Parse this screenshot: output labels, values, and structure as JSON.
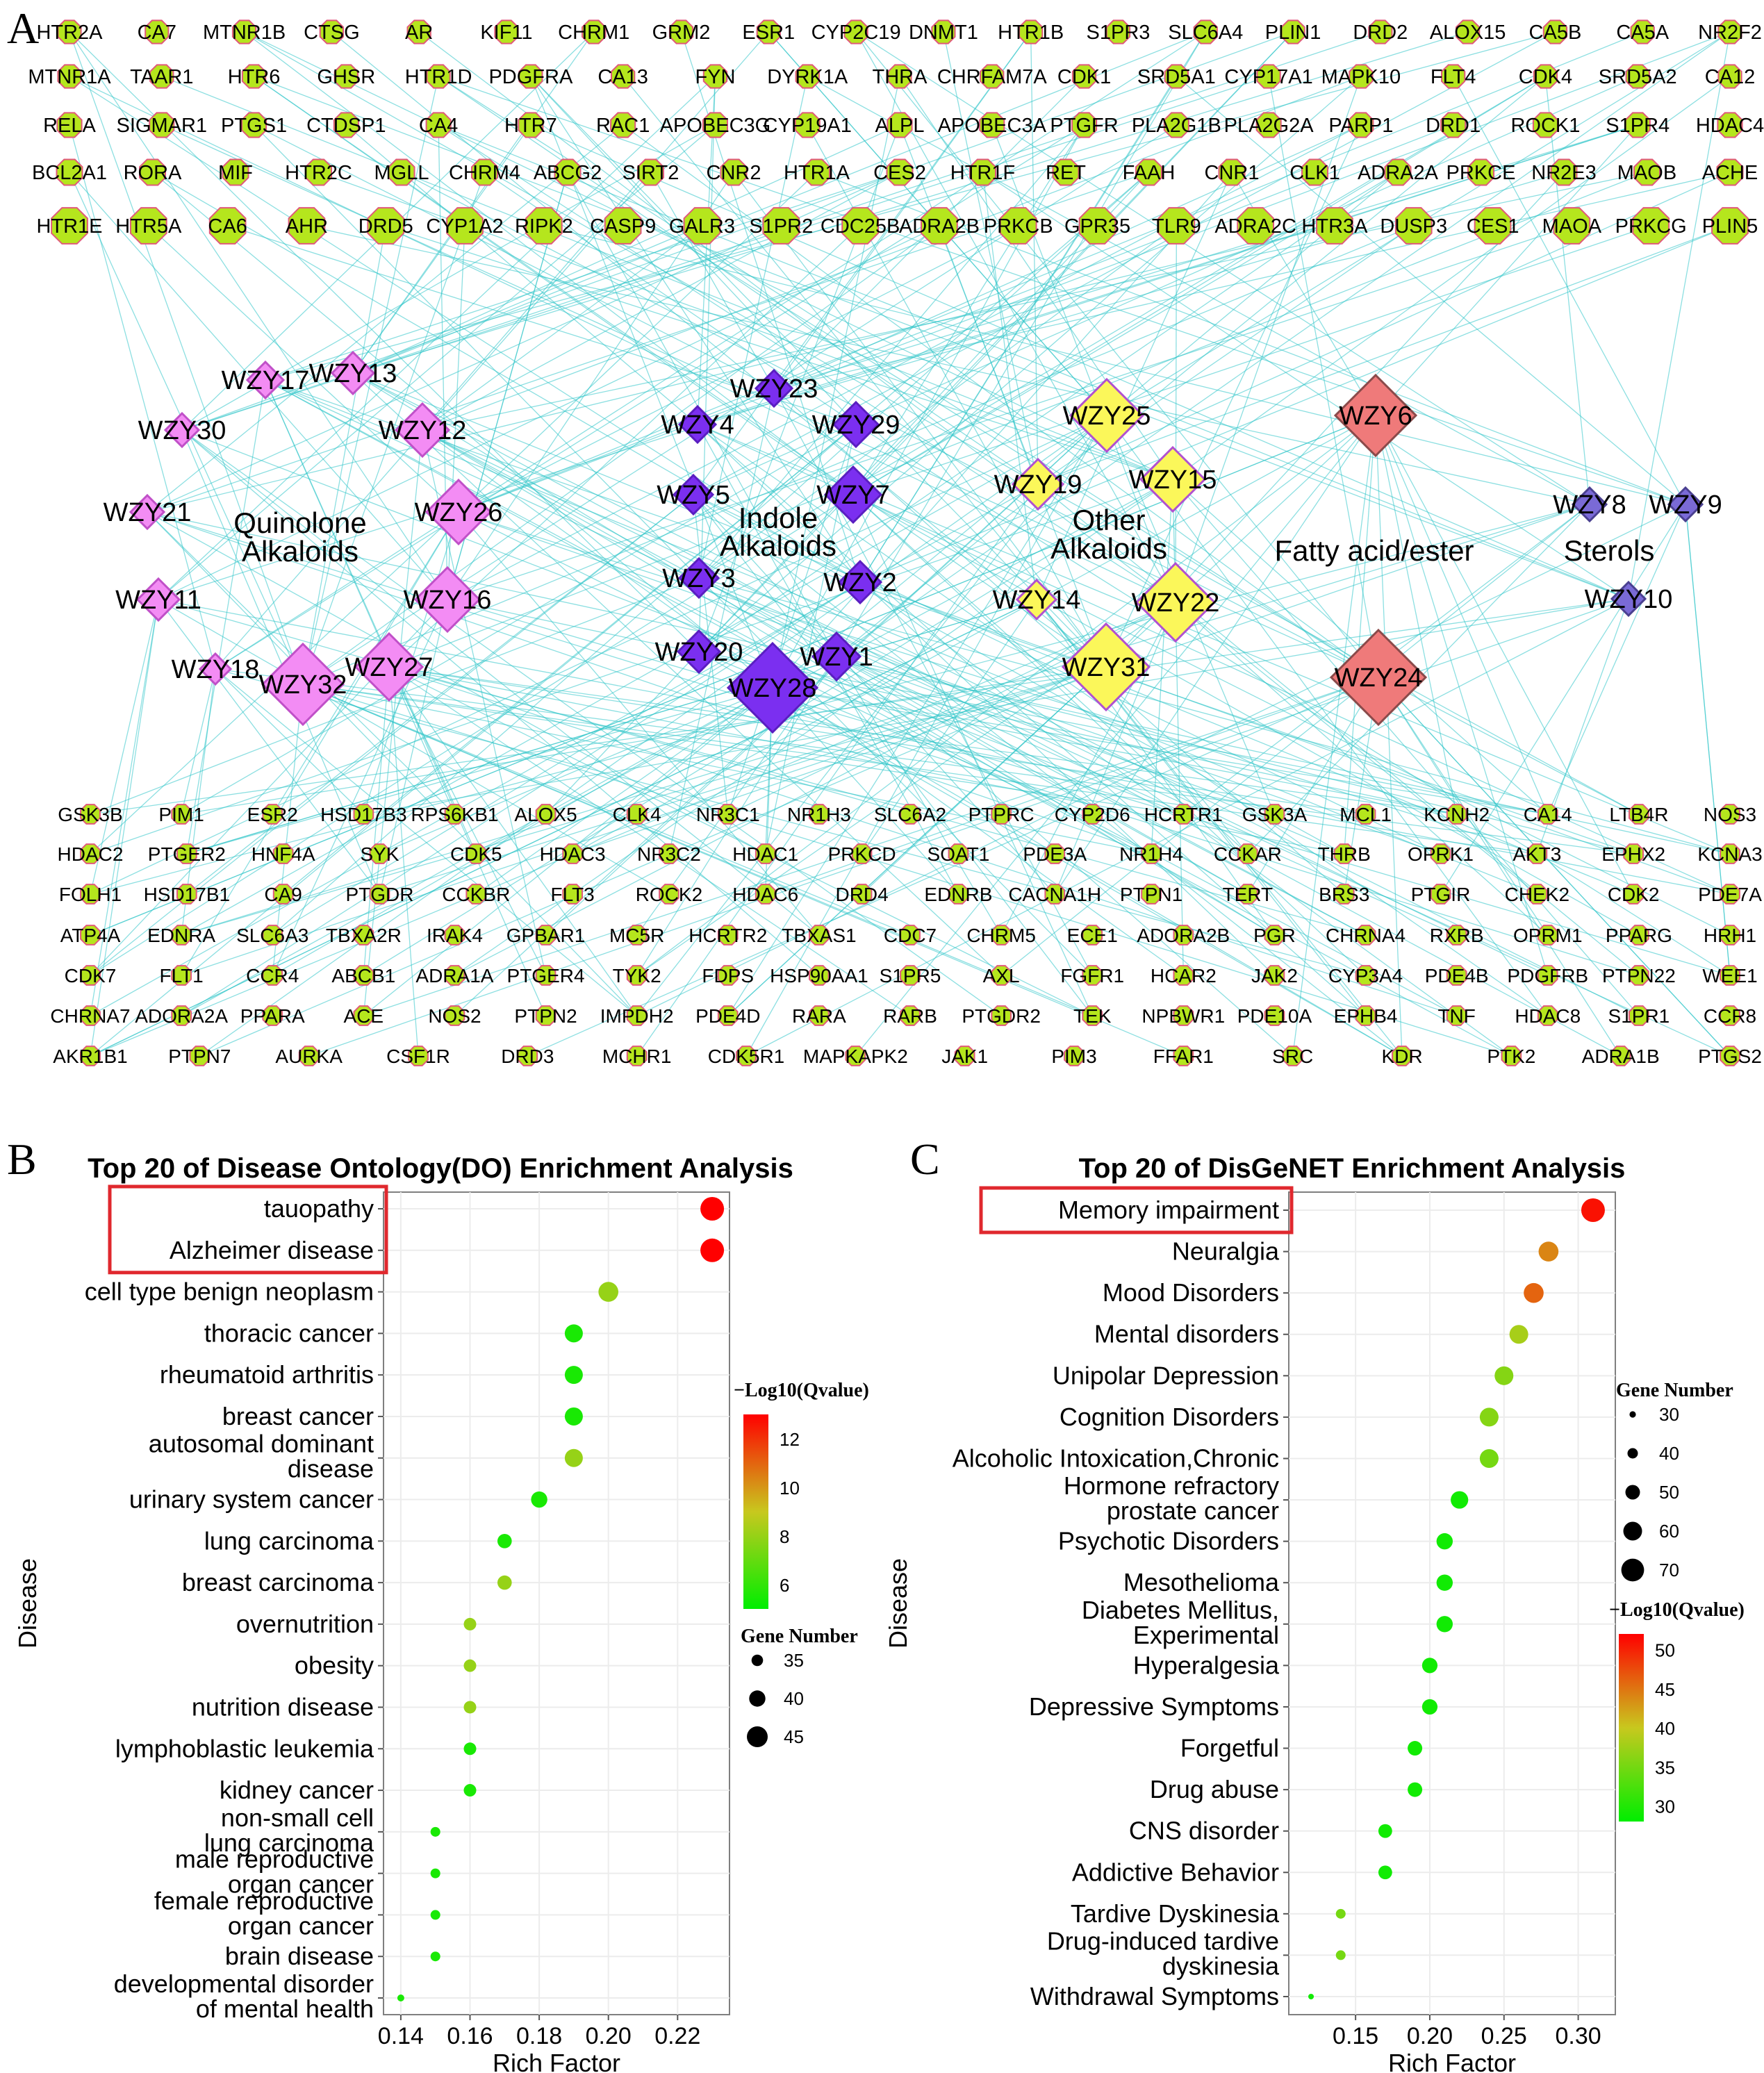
{
  "panels": {
    "a": {
      "letter": "A"
    },
    "b": {
      "letter": "B"
    },
    "c": {
      "letter": "C"
    }
  },
  "colors": {
    "target_fill": "#b5e61d",
    "target_stroke": "#e05a7a",
    "edge": "#2ec4c9",
    "quinolone": "#f38cf4",
    "indole": "#7b2ff0",
    "other": "#fbf75a",
    "other_stroke": "#b050d0",
    "fatty": "#ef7a7a",
    "sterol": "#7a6ad6",
    "frame": "#7f7f7f",
    "grid": "#ececec",
    "highlight_box": "#e0282e"
  },
  "network": {
    "targets_top": [
      [
        "HTR2A",
        "CA7",
        "MTNR1B",
        "CTSG",
        "AR",
        "KIF11",
        "CHRM1",
        "GRM2",
        "ESR1",
        "CYP2C19",
        "DNMT1",
        "HTR1B",
        "S1PR3",
        "SLC6A4",
        "PLIN1",
        "DRD2",
        "ALOX15",
        "CA5B",
        "CA5A",
        "NR2F2"
      ],
      [
        "MTNR1A",
        "TAAR1",
        "HTR6",
        "GHSR",
        "HTR1D",
        "PDGFRA",
        "CA13",
        "FYN",
        "DYRK1A",
        "THRA",
        "CHRFAM7A",
        "CDK1",
        "SRD5A1",
        "CYP17A1",
        "MAPK10",
        "FLT4",
        "CDK4",
        "SRD5A2",
        "CA12"
      ],
      [
        "RELA",
        "SIGMAR1",
        "PTGS1",
        "CTDSP1",
        "CA4",
        "HTR7",
        "RAC1",
        "APOBEC3G",
        "CYP19A1",
        "ALPL",
        "APOBEC3A",
        "PTGFR",
        "PLA2G1B",
        "PLA2G2A",
        "PARP1",
        "DRD1",
        "ROCK1",
        "S1PR4",
        "HDAC4"
      ],
      [
        "BCL2A1",
        "RORA",
        "MIF",
        "HTR2C",
        "MGLL",
        "CHRM4",
        "ABCG2",
        "SIRT2",
        "CNR2",
        "HTR1A",
        "CES2",
        "HTR1F",
        "RET",
        "FAAH",
        "CNR1",
        "CLK1",
        "ADRA2A",
        "PRKCE",
        "NR2E3",
        "MAOB",
        "ACHE"
      ],
      [
        "HTR1E",
        "HTR5A",
        "CA6",
        "AHR",
        "DRD5",
        "CYP1A2",
        "RIPK2",
        "CASP9",
        "GALR3",
        "S1PR2",
        "CDC25B",
        "ADRA2B",
        "PRKCB",
        "GPR35",
        "TLR9",
        "ADRA2C",
        "HTR3A",
        "DUSP3",
        "CES1",
        "MAOA",
        "PRKCG",
        "PLIN5"
      ]
    ],
    "targets_bottom": [
      [
        "GSK3B",
        "PIM1",
        "ESR2",
        "HSD17B3",
        "RPS6KB1",
        "ALOX5",
        "CLK4",
        "NR3C1",
        "NR1H3",
        "SLC6A2",
        "PTPRC",
        "CYP2D6",
        "HCRTR1",
        "GSK3A",
        "MCL1",
        "KCNH2",
        "CA14",
        "LTB4R",
        "NOS3"
      ],
      [
        "HDAC2",
        "PTGER2",
        "HNF4A",
        "SYK",
        "CDK5",
        "HDAC3",
        "NR3C2",
        "HDAC1",
        "PRKCD",
        "SOAT1",
        "PDE3A",
        "NR1H4",
        "CCKAR",
        "THRB",
        "OPRK1",
        "AKT3",
        "EPHX2",
        "KCNA3"
      ],
      [
        "FOLH1",
        "HSD17B1",
        "CA9",
        "PTGDR",
        "CCKBR",
        "FLT3",
        "ROCK2",
        "HDAC6",
        "DRD4",
        "EDNRB",
        "CACNA1H",
        "PTPN1",
        "TERT",
        "BRS3",
        "PTGIR",
        "CHEK2",
        "CDK2",
        "PDE7A"
      ],
      [
        "ATP4A",
        "EDNRA",
        "SLC6A3",
        "TBXA2R",
        "IRAK4",
        "GPBAR1",
        "MC5R",
        "HCRTR2",
        "TBXAS1",
        "CDC7",
        "CHRM5",
        "ECE1",
        "ADORA2B",
        "PGR",
        "CHRNA4",
        "RXRB",
        "OPRM1",
        "PPARG",
        "HRH1"
      ],
      [
        "CDK7",
        "FLT1",
        "CCR4",
        "ABCB1",
        "ADRA1A",
        "PTGER4",
        "TYK2",
        "FDPS",
        "HSP90AA1",
        "S1PR5",
        "AXL",
        "FGFR1",
        "HCAR2",
        "JAK2",
        "CYP3A4",
        "PDE4B",
        "PDGFRB",
        "PTPN22",
        "WEE1"
      ],
      [
        "CHRNA7",
        "ADORA2A",
        "PPARA",
        "ACE",
        "NOS2",
        "PTPN2",
        "IMPDH2",
        "PDE4D",
        "RARA",
        "RARB",
        "PTGDR2",
        "TEK",
        "NPBWR1",
        "PDE10A",
        "EPHB4",
        "TNF",
        "HDAC8",
        "S1PR1",
        "CCR8"
      ],
      [
        "AKR1B1",
        "PTPN7",
        "AURKA",
        "CSF1R",
        "DRD3",
        "MCHR1",
        "CDK5R1",
        "MAPKAPK2",
        "JAK1",
        "PIM3",
        "FFAR1",
        "SRC",
        "KDR",
        "PTK2",
        "ADRA1B",
        "PTGS2"
      ]
    ],
    "groups": [
      {
        "label1": "Quinolone",
        "label2": "Alkaloids",
        "kind": "quinolone",
        "compounds": [
          "WZY17",
          "WZY13",
          "WZY30",
          "WZY12",
          "WZY21",
          "WZY26",
          "WZY11",
          "WZY16",
          "WZY18",
          "WZY32",
          "WZY27"
        ]
      },
      {
        "label1": "Indole",
        "label2": "Alkaloids",
        "kind": "indole",
        "compounds": [
          "WZY23",
          "WZY4",
          "WZY29",
          "WZY5",
          "WZY7",
          "WZY3",
          "WZY2",
          "WZY20",
          "WZY1",
          "WZY28"
        ]
      },
      {
        "label1": "Other",
        "label2": "Alkaloids",
        "kind": "other",
        "compounds": [
          "WZY25",
          "WZY19",
          "WZY15",
          "WZY14",
          "WZY22",
          "WZY31"
        ]
      },
      {
        "label1": "Fatty acid/ester",
        "label2": "",
        "kind": "fatty",
        "compounds": [
          "WZY6",
          "WZY24"
        ]
      },
      {
        "label1": "Sterols",
        "label2": "",
        "kind": "sterol",
        "compounds": [
          "WZY8",
          "WZY9",
          "WZY10"
        ]
      }
    ]
  },
  "chart_data": [
    {
      "panel": "B",
      "type": "scatter",
      "title": "Top 20 of Disease Ontology(DO) Enrichment Analysis",
      "xlabel": "Rich Factor",
      "ylabel": "Disease",
      "xlim": [
        0.135,
        0.235
      ],
      "xticks": [
        "0.14",
        "0.16",
        "0.18",
        "0.20",
        "0.22"
      ],
      "xtick_values": [
        0.14,
        0.16,
        0.18,
        0.2,
        0.22
      ],
      "grid": true,
      "highlighted": [
        "tauopathy",
        "Alzheimer disease"
      ],
      "categories": [
        [
          "tauopathy"
        ],
        [
          "Alzheimer disease"
        ],
        [
          "cell type benign neoplasm"
        ],
        [
          "thoracic cancer"
        ],
        [
          "rheumatoid arthritis"
        ],
        [
          "breast cancer"
        ],
        [
          "autosomal dominant",
          "disease"
        ],
        [
          "urinary system cancer"
        ],
        [
          "lung carcinoma"
        ],
        [
          "breast carcinoma"
        ],
        [
          "overnutrition"
        ],
        [
          "obesity"
        ],
        [
          "nutrition disease"
        ],
        [
          "lymphoblastic leukemia"
        ],
        [
          "kidney cancer"
        ],
        [
          "non-small cell",
          "lung carcinoma"
        ],
        [
          "male reproductive",
          "organ cancer"
        ],
        [
          "female reproductive",
          "organ cancer"
        ],
        [
          "brain disease"
        ],
        [
          "developmental disorder",
          "of mental health"
        ]
      ],
      "x": [
        0.23,
        0.23,
        0.2,
        0.19,
        0.19,
        0.19,
        0.19,
        0.18,
        0.17,
        0.17,
        0.16,
        0.16,
        0.16,
        0.16,
        0.16,
        0.15,
        0.15,
        0.15,
        0.15,
        0.14
      ],
      "qvalue": [
        13.0,
        13.0,
        8.0,
        5.5,
        5.5,
        5.5,
        8.0,
        5.5,
        5.5,
        8.0,
        8.0,
        8.0,
        8.0,
        5.5,
        5.5,
        5.5,
        5.5,
        5.5,
        5.5,
        5.5
      ],
      "gene_number": [
        48,
        48,
        44,
        42,
        42,
        42,
        42,
        40,
        38,
        38,
        36,
        36,
        36,
        36,
        36,
        33,
        33,
        33,
        33,
        30
      ],
      "size_legend": {
        "title": "Gene Number",
        "values": [
          35,
          40,
          45
        ]
      },
      "color_legend": {
        "title": "−Log10(Qvalue)",
        "ticks": [
          12,
          10,
          8,
          6
        ],
        "range": [
          5,
          13
        ],
        "low_color": "#00ee00",
        "mid_color": "#c8c81e",
        "high_color": "#ff0000"
      }
    },
    {
      "panel": "C",
      "type": "scatter",
      "title": "Top 20 of DisGeNET Enrichment Analysis",
      "xlabel": "Rich Factor",
      "ylabel": "Disease",
      "xlim": [
        0.105,
        0.325
      ],
      "xticks": [
        "0.15",
        "0.20",
        "0.25",
        "0.30"
      ],
      "xtick_values": [
        0.15,
        0.2,
        0.25,
        0.3
      ],
      "grid": true,
      "highlighted": [
        "Memory impairment"
      ],
      "categories": [
        [
          "Memory impairment"
        ],
        [
          "Neuralgia"
        ],
        [
          "Mood Disorders"
        ],
        [
          "Mental disorders"
        ],
        [
          "Unipolar Depression"
        ],
        [
          "Cognition Disorders"
        ],
        [
          "Alcoholic Intoxication,Chronic"
        ],
        [
          "Hormone refractory",
          "prostate cancer"
        ],
        [
          "Psychotic Disorders"
        ],
        [
          "Mesothelioma"
        ],
        [
          "Diabetes Mellitus,",
          "Experimental"
        ],
        [
          "Hyperalgesia"
        ],
        [
          "Depressive Symptoms"
        ],
        [
          "Forgetful"
        ],
        [
          "Drug abuse"
        ],
        [
          "CNS disorder"
        ],
        [
          "Addictive Behavior"
        ],
        [
          "Tardive Dyskinesia"
        ],
        [
          "Drug-induced tardive",
          "dyskinesia"
        ],
        [
          "Withdrawal Symptoms"
        ]
      ],
      "x": [
        0.31,
        0.28,
        0.27,
        0.26,
        0.25,
        0.24,
        0.24,
        0.22,
        0.21,
        0.21,
        0.21,
        0.2,
        0.2,
        0.19,
        0.19,
        0.17,
        0.17,
        0.14,
        0.14,
        0.12
      ],
      "qvalue": [
        51,
        44,
        46,
        38,
        36,
        36,
        35,
        29,
        29,
        29,
        29,
        29,
        29,
        29,
        29,
        29,
        29,
        35,
        35,
        29
      ],
      "gene_number": [
        72,
        63,
        63,
        60,
        60,
        60,
        60,
        57,
        54,
        54,
        54,
        52,
        52,
        50,
        50,
        48,
        48,
        38,
        38,
        28
      ],
      "size_legend": {
        "title": "Gene Number",
        "values": [
          30,
          40,
          50,
          60,
          70
        ]
      },
      "color_legend": {
        "title": "−Log10(Qvalue)",
        "ticks": [
          50,
          45,
          40,
          35,
          30
        ],
        "range": [
          28,
          52
        ],
        "low_color": "#00ee00",
        "mid_color": "#c8c81e",
        "high_color": "#ff0000"
      }
    }
  ]
}
